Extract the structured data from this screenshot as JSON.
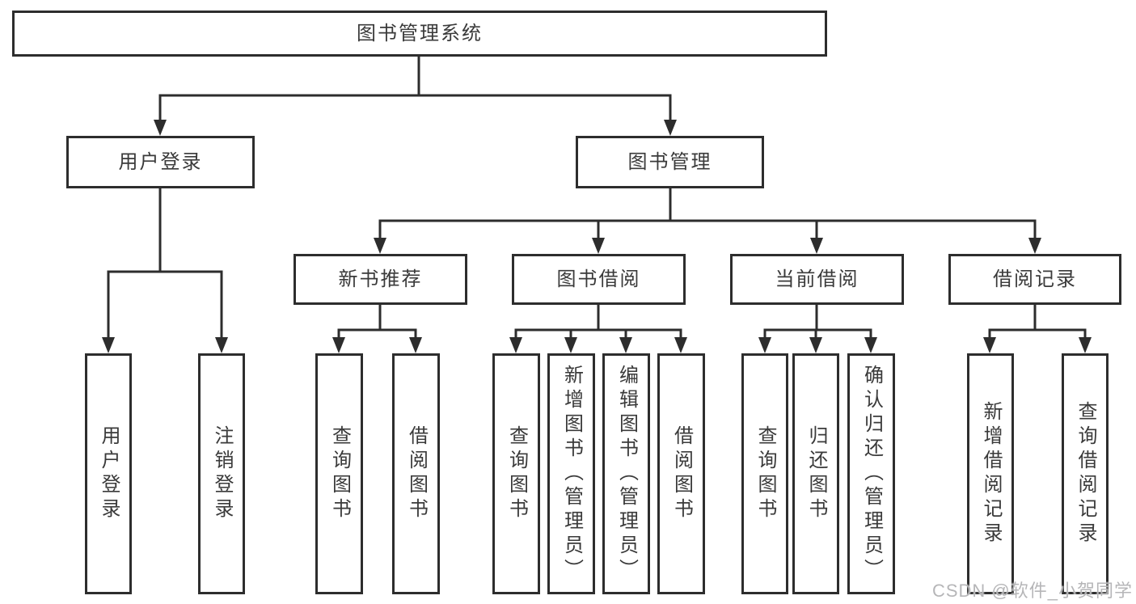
{
  "diagram": {
    "root": {
      "label": "图书管理系统"
    },
    "level2": [
      {
        "label": "用户登录",
        "children": [
          {
            "label": "用户登录"
          },
          {
            "label": "注销登录"
          }
        ]
      },
      {
        "label": "图书管理",
        "children": [
          {
            "label": "新书推荐",
            "children": [
              {
                "label": "查询图书"
              },
              {
                "label": "借阅图书"
              }
            ]
          },
          {
            "label": "图书借阅",
            "children": [
              {
                "label": "查询图书"
              },
              {
                "label": "新增图书（管理员）"
              },
              {
                "label": "编辑图书（管理员）"
              },
              {
                "label": "借阅图书"
              }
            ]
          },
          {
            "label": "当前借阅",
            "children": [
              {
                "label": "查询图书"
              },
              {
                "label": "归还图书"
              },
              {
                "label": "确认归还（管理员）"
              }
            ]
          },
          {
            "label": "借阅记录",
            "children": [
              {
                "label": "新增借阅记录"
              },
              {
                "label": "查询借阅记录"
              }
            ]
          }
        ]
      }
    ]
  },
  "watermark": {
    "text": "CSDN @软件_小贺同学"
  },
  "colors": {
    "line": "#2d2d2d",
    "text": "#3a3a3a",
    "background": "#ffffff",
    "watermark": "#b2b2b4"
  }
}
